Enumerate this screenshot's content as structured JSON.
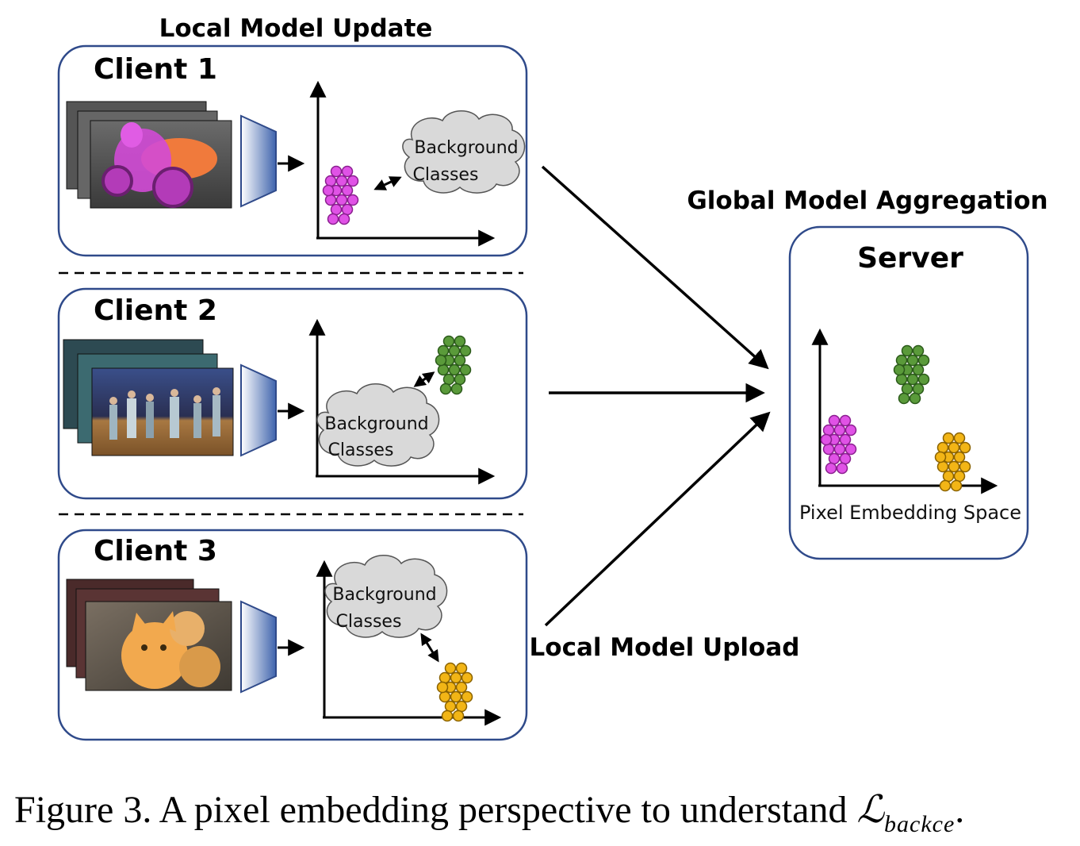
{
  "top_label": "Local Model Update",
  "global_label": "Global Model Aggregation",
  "upload_label": "Local Model Upload",
  "clients": [
    {
      "title": "Client 1",
      "cloud_line1": "Background",
      "cloud_line2": "Classes",
      "cluster_color": "#e052e6",
      "image_desc": "motorcycle"
    },
    {
      "title": "Client 2",
      "cloud_line1": "Background",
      "cloud_line2": "Classes",
      "cluster_color": "#5a9a3a",
      "image_desc": "basketball players"
    },
    {
      "title": "Client 3",
      "cloud_line1": "Background",
      "cloud_line2": "Classes",
      "cluster_color": "#f2b516",
      "image_desc": "cats"
    }
  ],
  "server": {
    "title": "Server",
    "axis_label": "Pixel Embedding Space"
  },
  "caption": {
    "text": "Figure 3. A pixel embedding perspective to understand ",
    "math_symbol": "ℒ",
    "math_sub": "backce",
    "end": "."
  },
  "colors": {
    "panel_border": "#2f4a8a",
    "cloud_fill": "#d9d9d9",
    "magenta": "#e052e6",
    "green": "#5a9a3a",
    "gold": "#f2b516",
    "encoder_blue": "#4f74b8"
  }
}
